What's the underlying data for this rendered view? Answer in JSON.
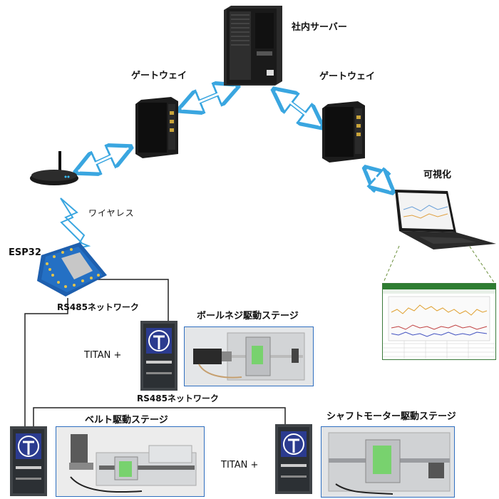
{
  "labels": {
    "server": "社内サーバー",
    "gateway_left": "ゲートウェイ",
    "gateway_right": "ゲートウェイ",
    "visualization": "可視化",
    "wireless": "ワイヤレス",
    "esp32": "ESP32",
    "rs485_top": "RS485ネットワーク",
    "rs485_bottom": "RS485ネットワーク",
    "ballscrew_stage": "ボールネジ駆動ステージ",
    "belt_stage": "ベルト駆動ステージ",
    "shaft_motor_stage": "シャフトモーター駆動ステージ",
    "titan_top": "TITAN  +",
    "titan_bottom": "TITAN  +"
  },
  "colors": {
    "arrow": "#3aa6e0",
    "photo_border": "#2f6fc0",
    "device_blue": "#2b3b8f",
    "wire": "#222222"
  },
  "icons": {
    "server": "server-tower-icon",
    "gateway": "gateway-box-icon",
    "router": "wifi-router-icon",
    "laptop": "laptop-icon",
    "esp32": "esp32-board-icon",
    "titan": "titan-controller-icon"
  }
}
